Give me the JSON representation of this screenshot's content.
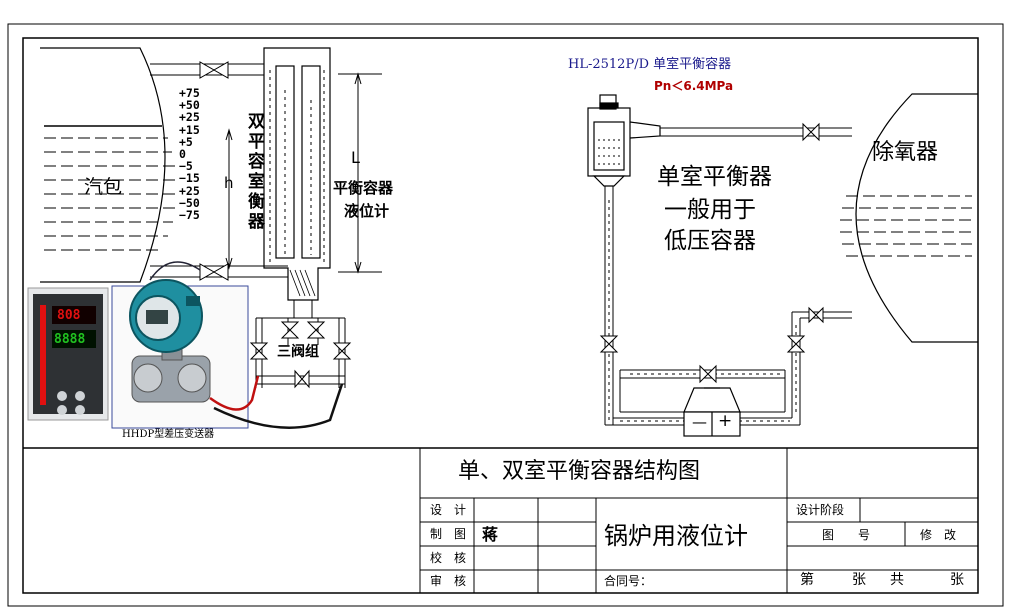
{
  "left_diagram": {
    "drum_label": "汽包",
    "gauge_values": [
      "+75",
      "+50",
      "+25",
      "+15",
      "+5",
      "0",
      "−5",
      "−15",
      "+25",
      "−50",
      "−75"
    ],
    "h_label": "h",
    "L_label": "L",
    "dual_chamber_vertical": "双平容室衡器",
    "gauge_title_line1": "平衡容器",
    "gauge_title_line2": "液位计",
    "three_valve_label": "三阀组",
    "transmitter_caption": "HHDP型差压变送器",
    "controller_display_top": "808",
    "controller_display_bottom": "8888"
  },
  "right_diagram": {
    "model_title": "HL-2512P/D 单室平衡容器",
    "pressure_note": "Pn＜6.4MPa",
    "deaerator_label": "除氧器",
    "desc_line1": "单室平衡器",
    "desc_line2": "一般用于",
    "desc_line3": "低压容器",
    "transmitter_minus": "—",
    "transmitter_plus": "+"
  },
  "title_block": {
    "drawing_title": "单、双室平衡容器结构图",
    "subject": "锅炉用液位计",
    "design_label": "设　计",
    "drafting_label": "制　图",
    "drafter_name": "蒋",
    "check_label": "校　核",
    "review_label": "审　核",
    "stage_label": "设计阶段",
    "drawing_no_label": "图　　号",
    "revision_label": "修　改",
    "contract_label": "合同号：",
    "sheet_label_1": "第",
    "sheet_label_2": "张",
    "sheet_label_3": "共",
    "sheet_label_4": "张"
  },
  "colors": {
    "line": "#000000",
    "model_title": "#1a1a8c",
    "pressure_note": "#b00000",
    "transmitter_body": "#1f8fa0",
    "controller_red": "#e01010",
    "controller_green": "#20c020"
  }
}
